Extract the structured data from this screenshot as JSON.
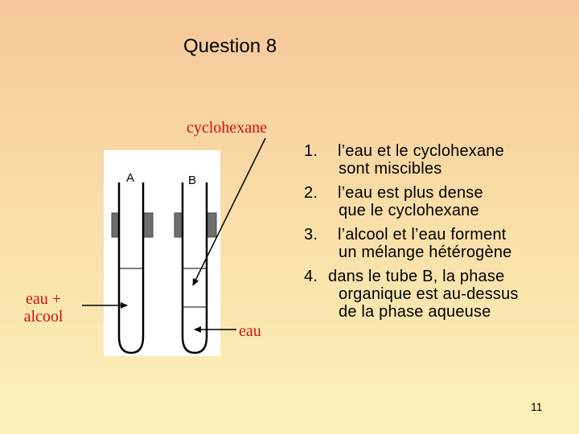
{
  "slide": {
    "title": "Question 8",
    "page_number": "11"
  },
  "diagram": {
    "tube_a_label": "A",
    "tube_b_label": "B",
    "label_cyclohexane": "cyclohexane",
    "label_eau_alcool_line1": "eau +",
    "label_eau_alcool_line2": "alcool",
    "label_eau": "eau"
  },
  "answers": [
    {
      "num": "1.",
      "line1": "l’eau et le cyclohexane",
      "line2": "sont miscibles"
    },
    {
      "num": "2.",
      "line1": "l’eau est plus dense",
      "line2": "que le cyclohexane"
    },
    {
      "num": "3.",
      "line1": "l’alcool et l’eau forment",
      "line2": "un mélange hétérogène"
    },
    {
      "num": "4.",
      "line1": "dans le tube B, la phase",
      "line2": "organique est au-dessus",
      "line3": "de la phase aqueuse"
    }
  ]
}
